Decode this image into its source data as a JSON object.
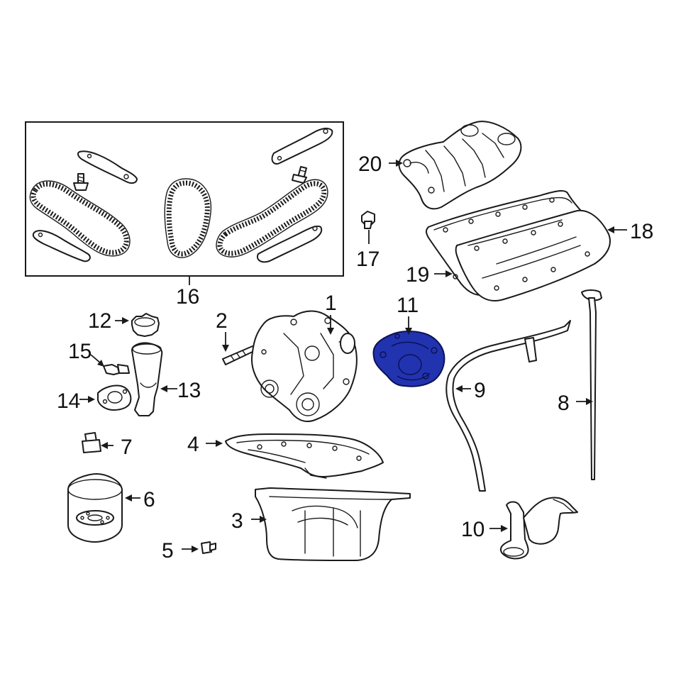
{
  "diagram": {
    "highlight_color": "#2233b0",
    "callouts": [
      {
        "id": "1",
        "label": "1"
      },
      {
        "id": "2",
        "label": "2"
      },
      {
        "id": "3",
        "label": "3"
      },
      {
        "id": "4",
        "label": "4"
      },
      {
        "id": "5",
        "label": "5"
      },
      {
        "id": "6",
        "label": "6"
      },
      {
        "id": "7",
        "label": "7"
      },
      {
        "id": "8",
        "label": "8"
      },
      {
        "id": "9",
        "label": "9"
      },
      {
        "id": "10",
        "label": "10"
      },
      {
        "id": "11",
        "label": "11"
      },
      {
        "id": "12",
        "label": "12"
      },
      {
        "id": "13",
        "label": "13"
      },
      {
        "id": "14",
        "label": "14"
      },
      {
        "id": "15",
        "label": "15"
      },
      {
        "id": "16",
        "label": "16"
      },
      {
        "id": "17",
        "label": "17"
      },
      {
        "id": "18",
        "label": "18"
      },
      {
        "id": "19",
        "label": "19"
      },
      {
        "id": "20",
        "label": "20"
      }
    ],
    "highlighted_part": "11"
  }
}
